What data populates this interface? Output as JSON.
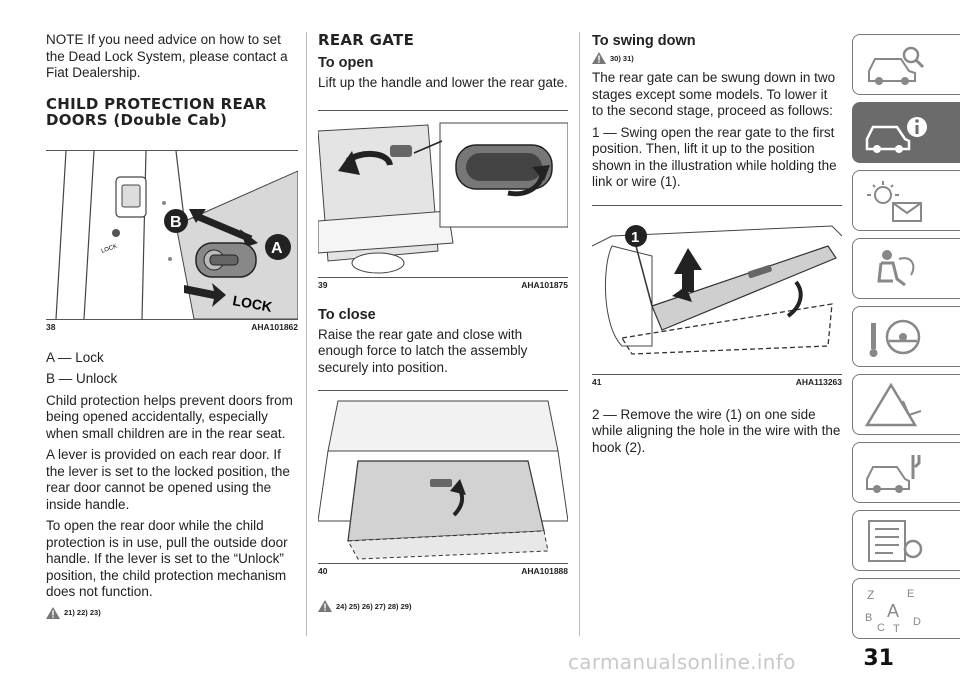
{
  "col1": {
    "note": "NOTE  If you need advice on how to set the Dead Lock System, please contact a Fiat Dealership.",
    "heading_line1": "CHILD PROTECTION REAR",
    "heading_line2": "DOORS (Double Cab)",
    "fig38": {
      "number": "38",
      "code": "AHA101862",
      "label_b": "B",
      "label_a": "A",
      "label_lock": "LOCK",
      "label_lock_small": "LOCK"
    },
    "item_a": "A — Lock",
    "item_b": "B — Unlock",
    "para1": "Child protection helps prevent doors from being opened accidentally, especially when small children are in the rear seat.",
    "para2": "A lever is provided on each rear door. If the lever is set to the locked position, the rear door cannot be opened using the inside handle.",
    "para3": "To open the rear door while the child protection is in use, pull the outside door handle. If the lever is set to the “Unlock” position, the child protection mechanism does not function.",
    "warn_refs": "21) 22) 23)"
  },
  "col2": {
    "heading": "REAR GATE",
    "open_title": "To open",
    "open_text": "Lift up the handle and lower the rear gate.",
    "fig39": {
      "number": "39",
      "code": "AHA101875"
    },
    "close_title": "To close",
    "close_text": "Raise the rear gate and close with enough force to latch the assembly securely into position.",
    "fig40": {
      "number": "40",
      "code": "AHA101888"
    },
    "warn_refs": "24) 25) 26) 27) 28) 29)"
  },
  "col3": {
    "swing_title": "To swing down",
    "warn_refs": "30) 31)",
    "para1": "The rear gate can be swung down in two stages except some models. To lower it to the second stage, proceed as follows:",
    "para2": "1 — Swing open the rear gate to the first position. Then, lift it up to the position shown in the illustration while holding the link or wire (1).",
    "fig41": {
      "number": "41",
      "code": "AHA113263",
      "label_1": "1"
    },
    "para3": "2 — Remove the wire (1) on one side while aligning the hole in the wire with the hook (2)."
  },
  "tabs": [
    {
      "icon": "car-search-icon"
    },
    {
      "icon": "car-info-icon"
    },
    {
      "icon": "warning-lights-icon"
    },
    {
      "icon": "airbag-seat-icon"
    },
    {
      "icon": "steering-key-icon"
    },
    {
      "icon": "emergency-triangle-icon"
    },
    {
      "icon": "car-service-icon"
    },
    {
      "icon": "technical-data-list-icon"
    },
    {
      "icon": "index-letters-icon"
    }
  ],
  "index_letters": {
    "z": "Z",
    "e": "E",
    "b": "B",
    "a": "A",
    "d": "D",
    "c": "C",
    "t": "T"
  },
  "page_number": "31",
  "footer": "carmanualsonline.info",
  "colors": {
    "tab_active": "#6b6b6b",
    "rule": "#555555",
    "footer_text": "#c9c9c9"
  }
}
